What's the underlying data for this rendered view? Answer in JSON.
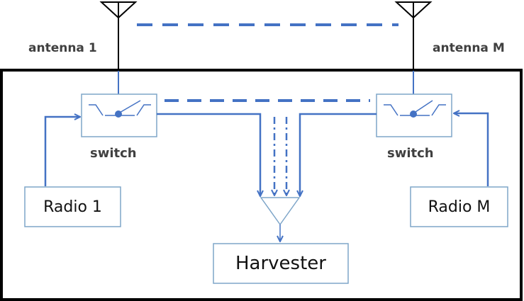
{
  "labels": {
    "antenna_1": "antenna 1",
    "antenna_m": "antenna M",
    "switch_left": "switch",
    "switch_right": "switch",
    "radio_1": "Radio 1",
    "radio_m": "Radio M",
    "harvester": "Harvester"
  },
  "colors": {
    "line_blue": "#4472c4",
    "frame": "#000000",
    "box_border": "#7fa6c9",
    "text_dark": "#404040"
  }
}
